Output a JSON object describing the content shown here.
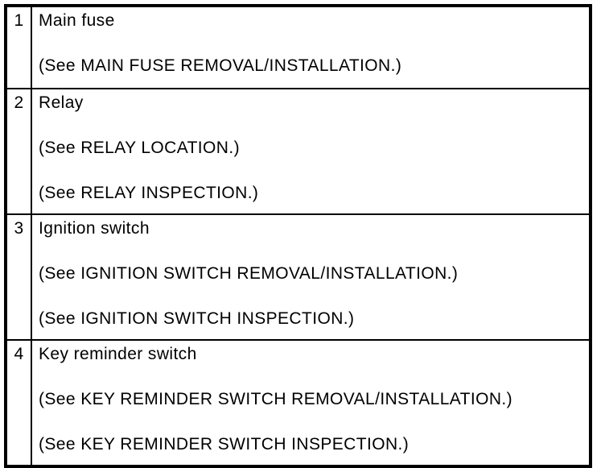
{
  "colors": {
    "background": "#ffffff",
    "border": "#000000",
    "text": "#000000"
  },
  "table": {
    "rows": [
      {
        "num": "1",
        "item": "Main fuse",
        "refs": [
          "(See MAIN FUSE REMOVAL/INSTALLATION.)"
        ]
      },
      {
        "num": "2",
        "item": "Relay",
        "refs": [
          "(See RELAY LOCATION.)",
          "(See RELAY INSPECTION.)"
        ]
      },
      {
        "num": "3",
        "item": "Ignition switch",
        "refs": [
          "(See IGNITION SWITCH REMOVAL/INSTALLATION.)",
          "(See IGNITION SWITCH INSPECTION.)"
        ]
      },
      {
        "num": "4",
        "item": "Key reminder switch",
        "refs": [
          "(See KEY REMINDER SWITCH REMOVAL/INSTALLATION.)",
          "(See KEY REMINDER SWITCH INSPECTION.)"
        ]
      }
    ]
  }
}
